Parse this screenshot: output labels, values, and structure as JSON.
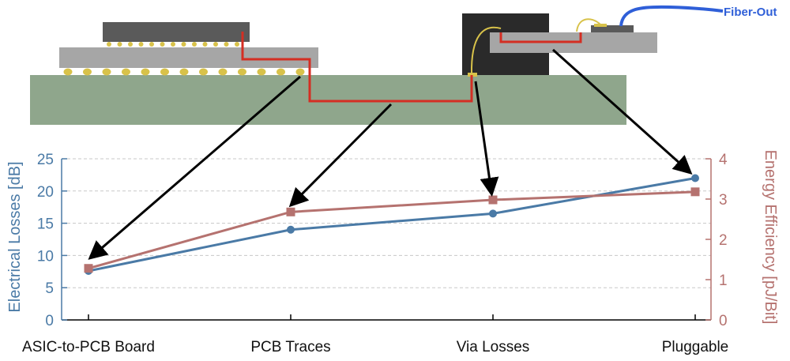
{
  "diagram": {
    "fiber_label": "Fiber-Out"
  },
  "colors": {
    "electrical": "#4a7aa6",
    "energy": "#b5726f",
    "pcb": "#8fa68c",
    "substrate": "#a6a6a6",
    "chip": "#5a5a5a",
    "solder": "#d8c24a",
    "trace": "#d42e23",
    "fiber": "#2f5fd8"
  },
  "chart_data": {
    "type": "line",
    "categories": [
      "ASIC-to-PCB Board",
      "PCB Traces",
      "Via Losses",
      "Pluggable"
    ],
    "ylabel": "Electrical Losses [dB]",
    "ylabel_right": "Energy Efficiency [pJ/Bit]",
    "ylim": [
      0,
      25
    ],
    "ylim_right": [
      0,
      4
    ],
    "yticks": [
      "0",
      "5",
      "10",
      "15",
      "20",
      "25"
    ],
    "yticks_right": [
      "0",
      "1",
      "2",
      "3",
      "4"
    ],
    "grid": true,
    "series": [
      {
        "axis": "left",
        "marker": "circle",
        "values": [
          7.6,
          14.0,
          16.5,
          22.0
        ]
      },
      {
        "axis": "right",
        "marker": "square",
        "values": [
          1.28,
          2.68,
          2.98,
          3.18
        ]
      }
    ]
  }
}
